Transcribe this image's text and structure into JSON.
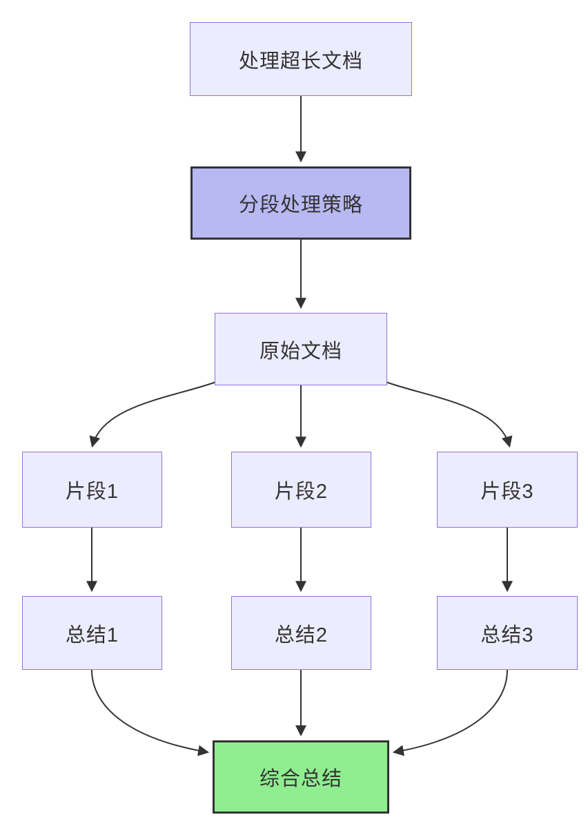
{
  "diagram": {
    "type": "flowchart",
    "direction": "top-to-bottom",
    "nodes": [
      {
        "id": "A",
        "label": "处理超长文档",
        "style": "default"
      },
      {
        "id": "B",
        "label": "分段处理策略",
        "style": "emphasis"
      },
      {
        "id": "C",
        "label": "原始文档",
        "style": "default"
      },
      {
        "id": "D1",
        "label": "片段1",
        "style": "default"
      },
      {
        "id": "D2",
        "label": "片段2",
        "style": "default"
      },
      {
        "id": "D3",
        "label": "片段3",
        "style": "default"
      },
      {
        "id": "E1",
        "label": "总结1",
        "style": "default"
      },
      {
        "id": "E2",
        "label": "总结2",
        "style": "default"
      },
      {
        "id": "E3",
        "label": "总结3",
        "style": "default"
      },
      {
        "id": "F",
        "label": "综合总结",
        "style": "success"
      }
    ],
    "edges": [
      {
        "from": "A",
        "to": "B"
      },
      {
        "from": "B",
        "to": "C"
      },
      {
        "from": "C",
        "to": "D1"
      },
      {
        "from": "C",
        "to": "D2"
      },
      {
        "from": "C",
        "to": "D3"
      },
      {
        "from": "D1",
        "to": "E1"
      },
      {
        "from": "D2",
        "to": "E2"
      },
      {
        "from": "D3",
        "to": "E3"
      },
      {
        "from": "E1",
        "to": "F"
      },
      {
        "from": "E2",
        "to": "F"
      },
      {
        "from": "E3",
        "to": "F"
      }
    ],
    "colors": {
      "node_fill": "#ECECFF",
      "node_border": "#9370DB",
      "emphasis_fill": "#B8B8F2",
      "emphasis_border": "#333333",
      "success_fill": "#90EE90",
      "success_border": "#333333",
      "edge_stroke": "#333333",
      "text": "#333333",
      "background": "#FFFFFF"
    }
  }
}
